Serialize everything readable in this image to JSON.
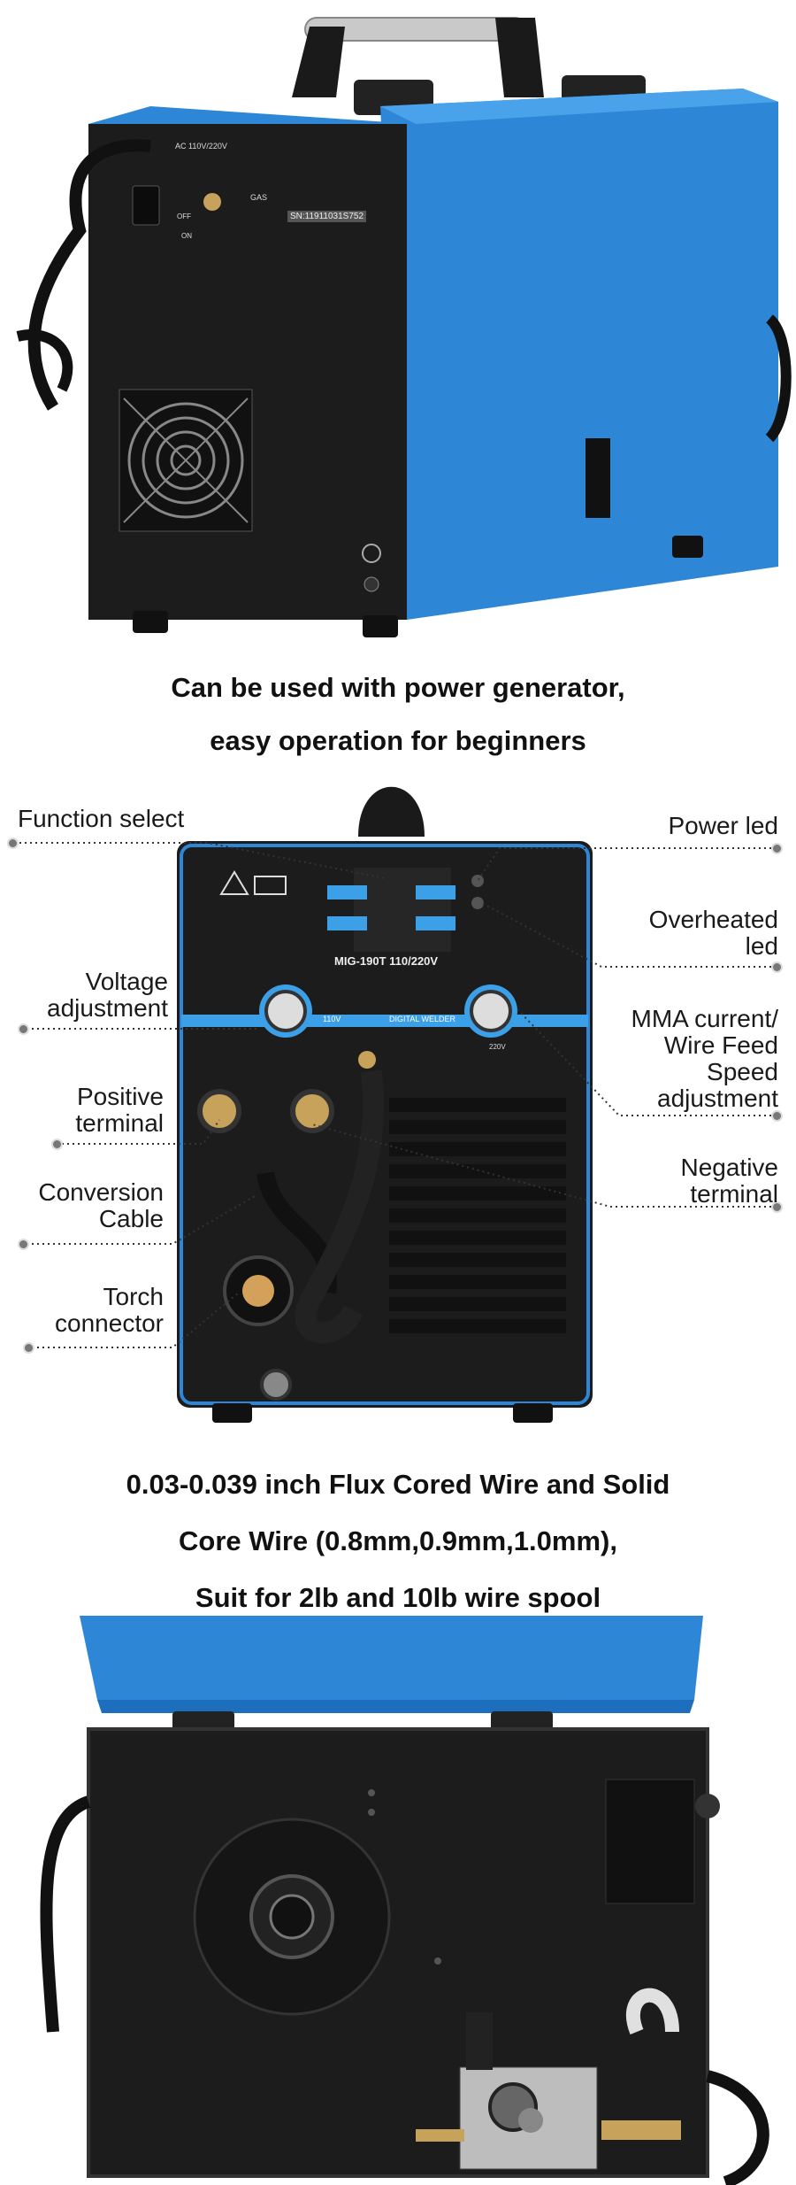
{
  "captions": {
    "top_line1": "Can be used with power generator,",
    "top_line2": "easy operation for beginners",
    "mid_line1": "0.03-0.039 inch Flux Cored Wire and Solid",
    "mid_line2": "Core Wire (0.8mm,0.9mm,1.0mm),",
    "mid_line3": "Suit for 2lb and 10lb wire spool"
  },
  "rear_panel": {
    "ac_label": "AC 110V/220V",
    "off_label": "OFF",
    "on_label": "ON",
    "gas_label": "GAS",
    "serial": "SN:11911031S752"
  },
  "front_panel": {
    "model": "MIG-190T 110/220V",
    "digital_welder": "DIGITAL WELDER",
    "v110": "110V",
    "v220": "220V"
  },
  "callouts": {
    "function_select": "Function select",
    "power_led": "Power led",
    "overheated_led_1": "Overheated",
    "overheated_led_2": "led",
    "voltage_adj_1": "Voltage",
    "voltage_adj_2": "adjustment",
    "mma_1": "MMA current/",
    "mma_2": "Wire Feed",
    "mma_3": "Speed",
    "mma_4": "adjustment",
    "positive_1": "Positive",
    "positive_2": "terminal",
    "negative_1": "Negative",
    "negative_2": "terminal",
    "conversion_1": "Conversion",
    "conversion_2": "Cable",
    "torch_1": "Torch",
    "torch_2": "connector"
  },
  "colors": {
    "body_blue": "#2e86d6",
    "panel_black": "#1c1c1c",
    "accent_blue": "#3ba0e8"
  }
}
